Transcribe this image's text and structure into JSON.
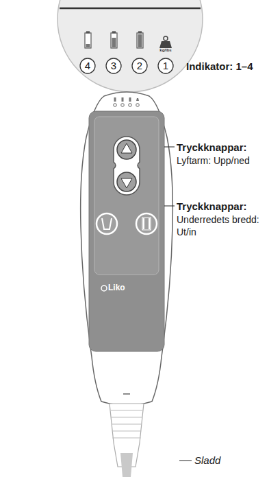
{
  "diagram": {
    "nodes": [
      {
        "text": [
          "4"
        ]
      },
      {
        "text": [
          "3"
        ]
      },
      {
        "text": [
          "2"
        ]
      },
      {
        "text": [
          "1"
        ]
      }
    ],
    "labels": [
      "kg/lbs",
      "Indikator: 1–4",
      "Tryckknappar:",
      "Lyftarm: Upp/ned",
      "Tryckknappar:",
      "Underredets bredd: Ut/in",
      "Liko",
      "Sladd"
    ]
  }
}
